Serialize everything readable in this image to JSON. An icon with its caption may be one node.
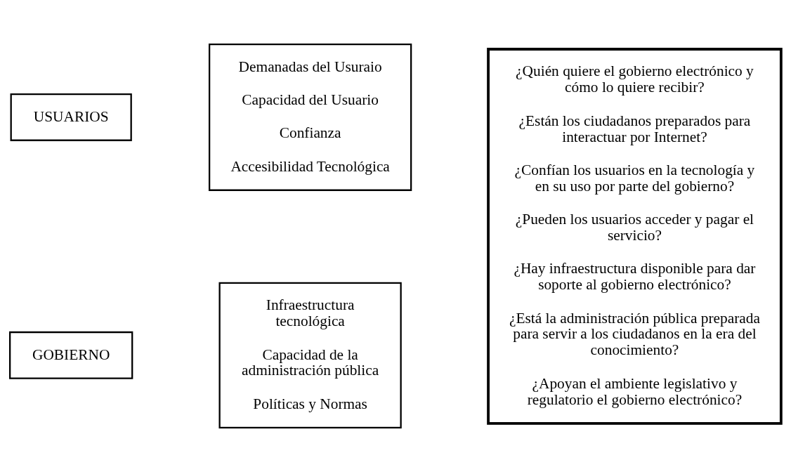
{
  "diagram": {
    "nodes": [
      {
        "text": [
          "USUARIOS"
        ]
      },
      {
        "text": [
          "Demanadas del Usuraio",
          "Capacidad del Usuario",
          "Confianza",
          "Accesibilidad Tecnológica"
        ]
      },
      {
        "text": [
          "GOBIERNO"
        ]
      },
      {
        "text": [
          "Infraestructura tecnológica",
          "Capacidad de la administración pública",
          "Políticas y Normas"
        ]
      },
      {
        "text": [
          "¿Quién quiere el gobierno electrónico y cómo lo quiere recibir?",
          "¿Están los ciudadanos preparados para interactuar por Internet?",
          "¿Confían los usuarios en la tecnología y en su uso por parte del gobierno?",
          "¿Pueden los usuarios acceder y pagar el servicio?",
          "¿Hay infraestructura disponible para dar soporte al gobierno electrónico?",
          "¿Está la administración pública preparada para servir a los ciudadanos en la era del conocimiento?",
          "¿Apoyan el ambiente legislativo y regulatorio el gobierno electrónico?"
        ]
      }
    ],
    "edges": []
  }
}
